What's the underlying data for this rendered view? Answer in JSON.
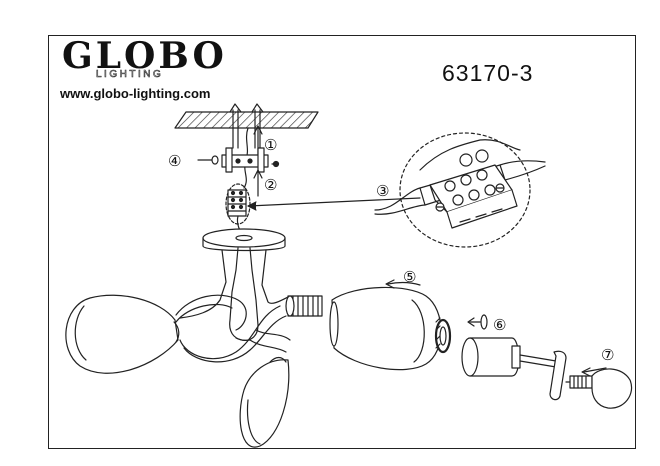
{
  "header": {
    "brand": "GLOBO",
    "brand_sub": "LIGHTING",
    "website": "www.globo-lighting.com",
    "model_number": "63170-3"
  },
  "steps": {
    "s1": "①",
    "s2": "②",
    "s3": "③",
    "s4": "④",
    "s5": "⑤",
    "s6": "⑥",
    "s7": "⑦"
  },
  "colors": {
    "line": "#222222",
    "background": "#ffffff"
  }
}
